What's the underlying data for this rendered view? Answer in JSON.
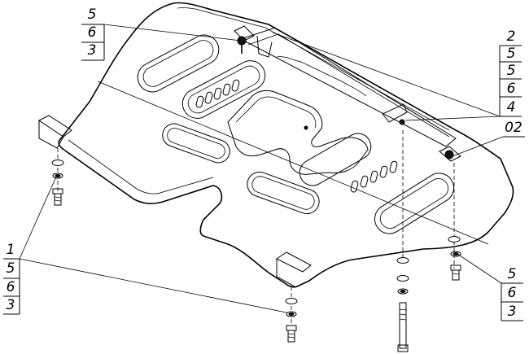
{
  "callouts": {
    "top_left": [
      "5",
      "6",
      "3"
    ],
    "right_upper": [
      "2",
      "5",
      "5",
      "6",
      "4"
    ],
    "right_single": "02",
    "left_lower": [
      "1",
      "5",
      "6",
      "3"
    ],
    "right_lower": [
      "5",
      "6",
      "3"
    ]
  }
}
